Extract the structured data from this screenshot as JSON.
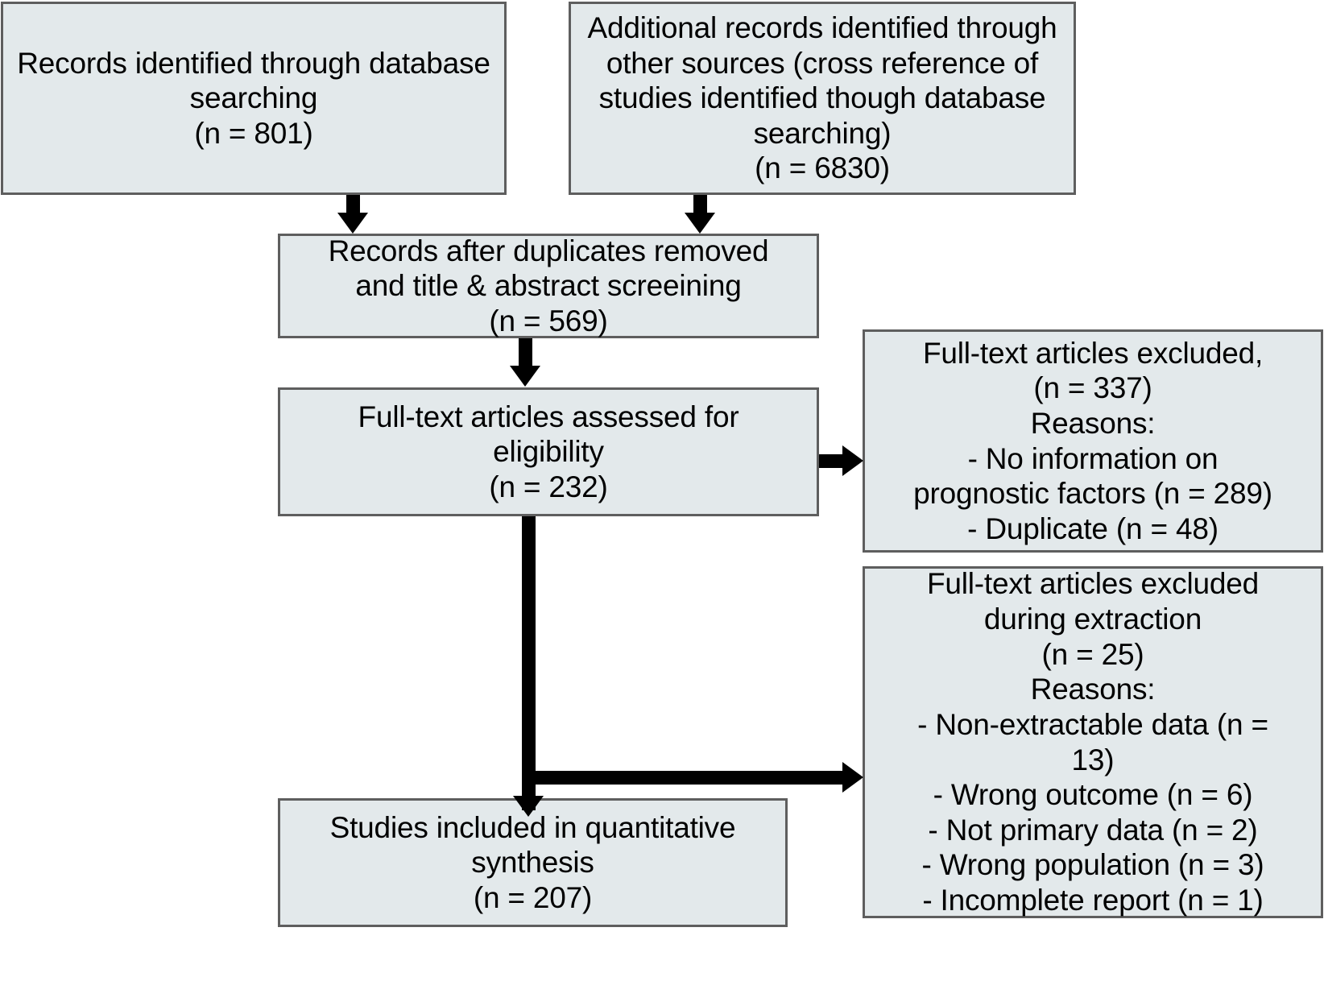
{
  "diagram": {
    "title": "PRISMA study selection flow diagram",
    "style": {
      "box_fill": "#e3e9eb",
      "box_border": "#5e5e5e",
      "arrow_color": "#000000",
      "text_color": "#000000",
      "background": "#ffffff"
    }
  },
  "nodes": {
    "identification_database": {
      "text": "Records identified through database\nsearching\n(n = 801)",
      "label": "Records identified through database searching",
      "count": 801
    },
    "identification_other": {
      "text": "Additional records identified through\nother sources (cross reference of\nstudies identified though database\nsearching)\n(n = 6830)",
      "label": "Additional records identified through other sources (cross reference of studies identified though database searching)",
      "count": 6830
    },
    "screening_dedup": {
      "text": "Records after duplicates removed\nand title & abstract screeining\n(n = 569)",
      "label": "Records after duplicates removed and title & abstract screeining",
      "count": 569
    },
    "eligibility_fulltext": {
      "text": "Full-text articles assessed for\neligibility\n(n =  232)",
      "label": "Full-text articles assessed for eligibility",
      "count": 232
    },
    "excluded_fulltext": {
      "text": "Full-text articles excluded,\n(n = 337)\nReasons:\n- No information on\nprognostic factors (n = 289)\n- Duplicate (n = 48)",
      "label": "Full-text articles excluded",
      "count": 337,
      "reasons_header": "Reasons:",
      "reasons": [
        {
          "text": "- No information on prognostic factors (n = 289)",
          "count": 289
        },
        {
          "text": "- Duplicate (n = 48)",
          "count": 48
        }
      ]
    },
    "excluded_extraction": {
      "text": "Full-text articles excluded\nduring extraction\n(n = 25)\nReasons:\n- Non-extractable data (n =\n13)\n- Wrong outcome (n = 6)\n- Not primary data (n = 2)\n- Wrong population (n = 3)\n- Incomplete report (n = 1)",
      "label": "Full-text articles excluded during extraction",
      "count": 25,
      "reasons_header": "Reasons:",
      "reasons": [
        {
          "text": "- Non-extractable data (n = 13)",
          "count": 13
        },
        {
          "text": "- Wrong outcome (n = 6)",
          "count": 6
        },
        {
          "text": "- Not primary data (n = 2)",
          "count": 2
        },
        {
          "text": "- Wrong population (n = 3)",
          "count": 3
        },
        {
          "text": "- Incomplete report (n = 1)",
          "count": 1
        }
      ]
    },
    "included_synthesis": {
      "text": "Studies included in quantitative\nsynthesis\n(n =  207)",
      "label": "Studies included in quantitative synthesis",
      "count": 207
    }
  },
  "edges": [
    {
      "id": "db-to-dedup",
      "from": "identification_database",
      "to": "screening_dedup",
      "direction": "down"
    },
    {
      "id": "other-to-dedup",
      "from": "identification_other",
      "to": "screening_dedup",
      "direction": "down"
    },
    {
      "id": "dedup-to-fulltext",
      "from": "screening_dedup",
      "to": "eligibility_fulltext",
      "direction": "down"
    },
    {
      "id": "fulltext-to-excluded",
      "from": "eligibility_fulltext",
      "to": "excluded_fulltext",
      "direction": "right"
    },
    {
      "id": "fulltext-to-included",
      "from": "eligibility_fulltext",
      "to": "included_synthesis",
      "direction": "down"
    },
    {
      "id": "fulltext-to-excluded-extraction",
      "from": "eligibility_fulltext",
      "to": "excluded_extraction",
      "direction": "right"
    }
  ]
}
